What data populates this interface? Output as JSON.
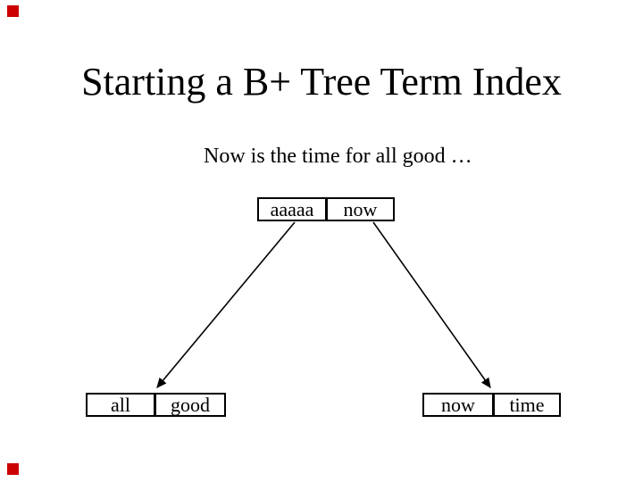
{
  "slide": {
    "title": "Starting a B+ Tree Term Index",
    "subtitle": "Now is the time for all good …",
    "decoration_color": "#cc0000",
    "background_color": "#ffffff",
    "text_color": "#000000"
  },
  "tree": {
    "root": {
      "cells": [
        "aaaaa",
        "now"
      ]
    },
    "leaves": [
      {
        "cells": [
          "all",
          "good"
        ]
      },
      {
        "cells": [
          "now",
          "time"
        ]
      }
    ],
    "edges": [
      {
        "from": "root-cell-aaaaa",
        "to": "leaf-left"
      },
      {
        "from": "root-cell-now",
        "to": "leaf-right"
      }
    ]
  }
}
